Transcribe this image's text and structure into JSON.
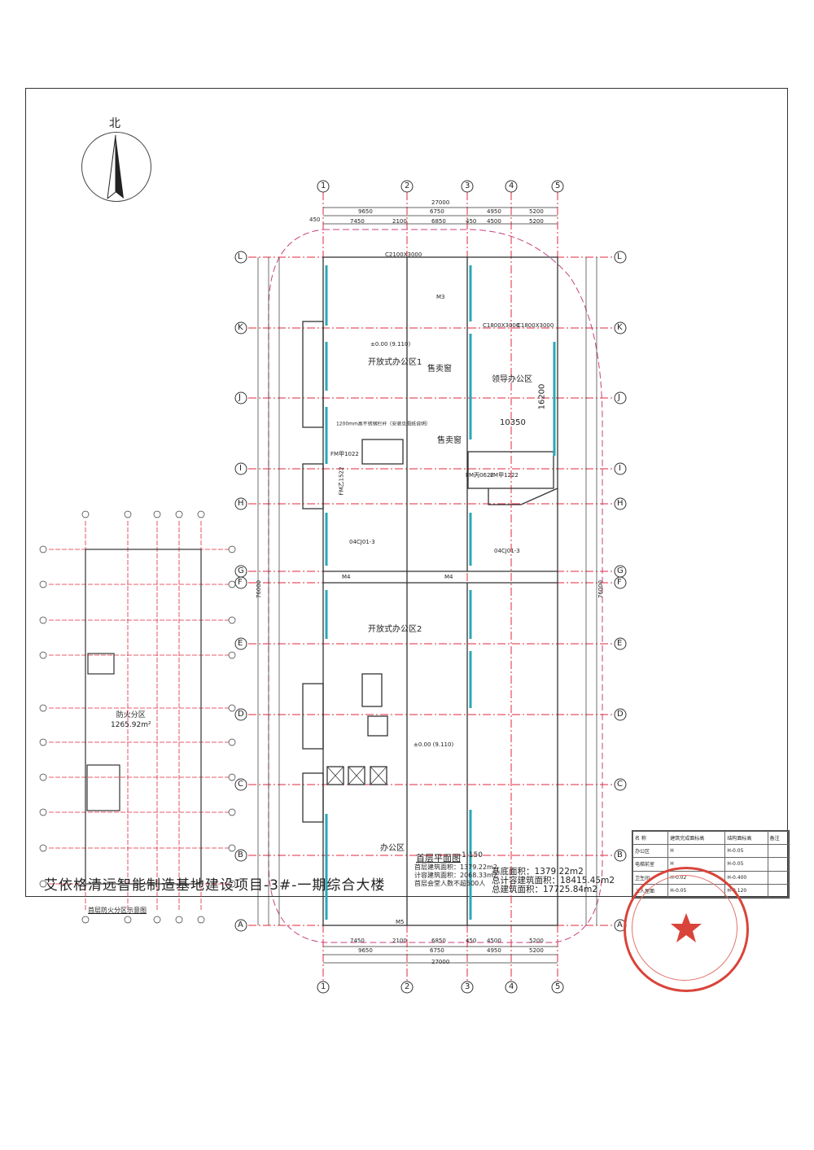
{
  "north": {
    "label": "北"
  },
  "title": "艾依格清远智能制造基地建设项目-3#-一期综合大楼",
  "plan": {
    "title": "首层平面图",
    "scale": "1:150"
  },
  "stats": [
    "首层建筑面积：1379.22m2",
    "计容建筑面积：2068.33m2",
    "首层会堂人数不超500人"
  ],
  "areas": [
    "基底面积：1379.22m2",
    "总计容建筑面积：18415.45m2",
    "总建筑面积：17725.84m2"
  ],
  "axes": {
    "columns": [
      "1",
      "2",
      "3",
      "4",
      "5"
    ],
    "rows": [
      "L",
      "K",
      "J",
      "I",
      "H",
      "G",
      "F",
      "E",
      "D",
      "C",
      "B",
      "A"
    ]
  },
  "dims": {
    "total_width": "27000",
    "top_row1": [
      "9650",
      "6750",
      "4950",
      "5200"
    ],
    "top_row2": [
      "7450",
      "2100",
      "6850",
      "450",
      "4500",
      "5200"
    ],
    "left_450": "450",
    "total_height": "76000"
  },
  "rooms": {
    "open_office_1": "开放式办公区1",
    "sales_1": "售卖窗",
    "leader_office": "领导办公区",
    "sales_2": "售卖窗",
    "open_office_2": "开放式办公区2",
    "office": "办公区",
    "elev_01": "±0.00 (9.110)",
    "elev_02": "±0.00 (9.110)",
    "window_top": "C2100X3000",
    "window_k": "C1800X3000",
    "window_k2": "C1800X3000",
    "dim_16200": "16200",
    "dim_10350": "10350",
    "fm1": "FM甲1022",
    "fm2": "FM乙1522",
    "fm3": "FM丙0622",
    "fm4": "FM甲1222",
    "m4a": "M4",
    "m4b": "M4",
    "m3": "M3",
    "m5": "M5",
    "note_04": "04CJ01-3",
    "note_04b": "04CJ01-3",
    "rail_note": "1200mm高不锈钢栏杆（安装见图纸说明）"
  },
  "inset": {
    "area_name": "防火分区",
    "area_value": "1265.92m²",
    "title": "首层防火分区示意图"
  },
  "legend": {
    "header": [
      "名 称",
      "建筑完成面标高",
      "结构面标高",
      "备注"
    ],
    "rows": [
      [
        "办公区",
        "H",
        "H-0.05",
        ""
      ],
      [
        "电梯前室",
        "H",
        "H-0.05",
        ""
      ],
      [
        "卫生间",
        "H-0.02",
        "H-0.400",
        ""
      ],
      [
        "上人屋面",
        "H-0.05",
        "H-0.120",
        ""
      ]
    ]
  },
  "colors": {
    "line": "#333333",
    "axis_red": "#e0283c",
    "outline_magenta": "#c4407c",
    "window_cyan": "#2aa7b5",
    "stamp": "#d9443a"
  }
}
